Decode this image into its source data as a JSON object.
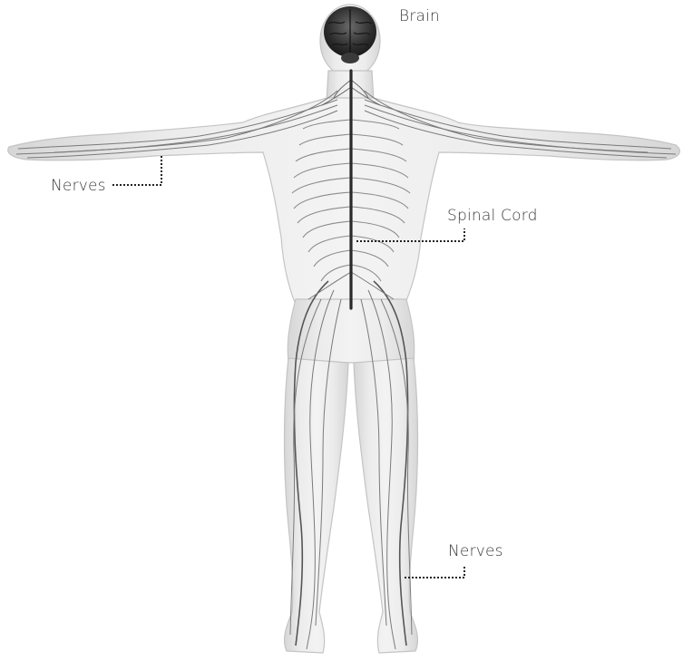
{
  "labels": {
    "brain": "Brain",
    "nerves_arm": "Nerves",
    "spinal_cord": "Spinal Cord",
    "nerves_leg": "Nerves"
  }
}
